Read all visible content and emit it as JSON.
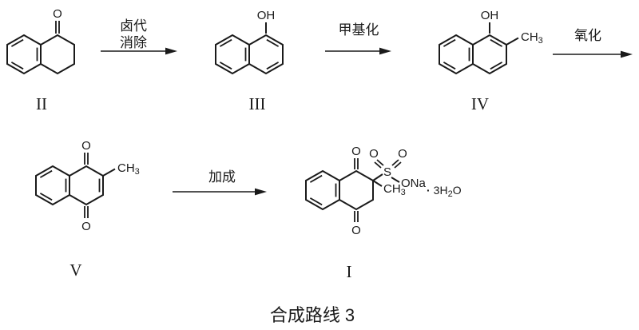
{
  "caption": "合成路线 3",
  "colors": {
    "ink": "#1a1a1a",
    "background": "#ffffff"
  },
  "steps": {
    "halogenation_line1": "卤代",
    "halogenation_line2": "消除",
    "methylation": "甲基化",
    "oxidation": "氧化",
    "addition": "加成"
  },
  "compound_labels": {
    "ii": "II",
    "iii": "III",
    "iv": "IV",
    "v": "V",
    "i": "I"
  },
  "atoms": {
    "oxygen": "O",
    "hydroxyl": "OH",
    "methyl_base": "CH",
    "methyl_sub": "3",
    "sulfur": "S",
    "sodium_oxide": "ONa",
    "hydrate_dot": "·",
    "hydrate_base": "3H",
    "hydrate_sub": "2",
    "hydrate_oxygen": "O"
  }
}
